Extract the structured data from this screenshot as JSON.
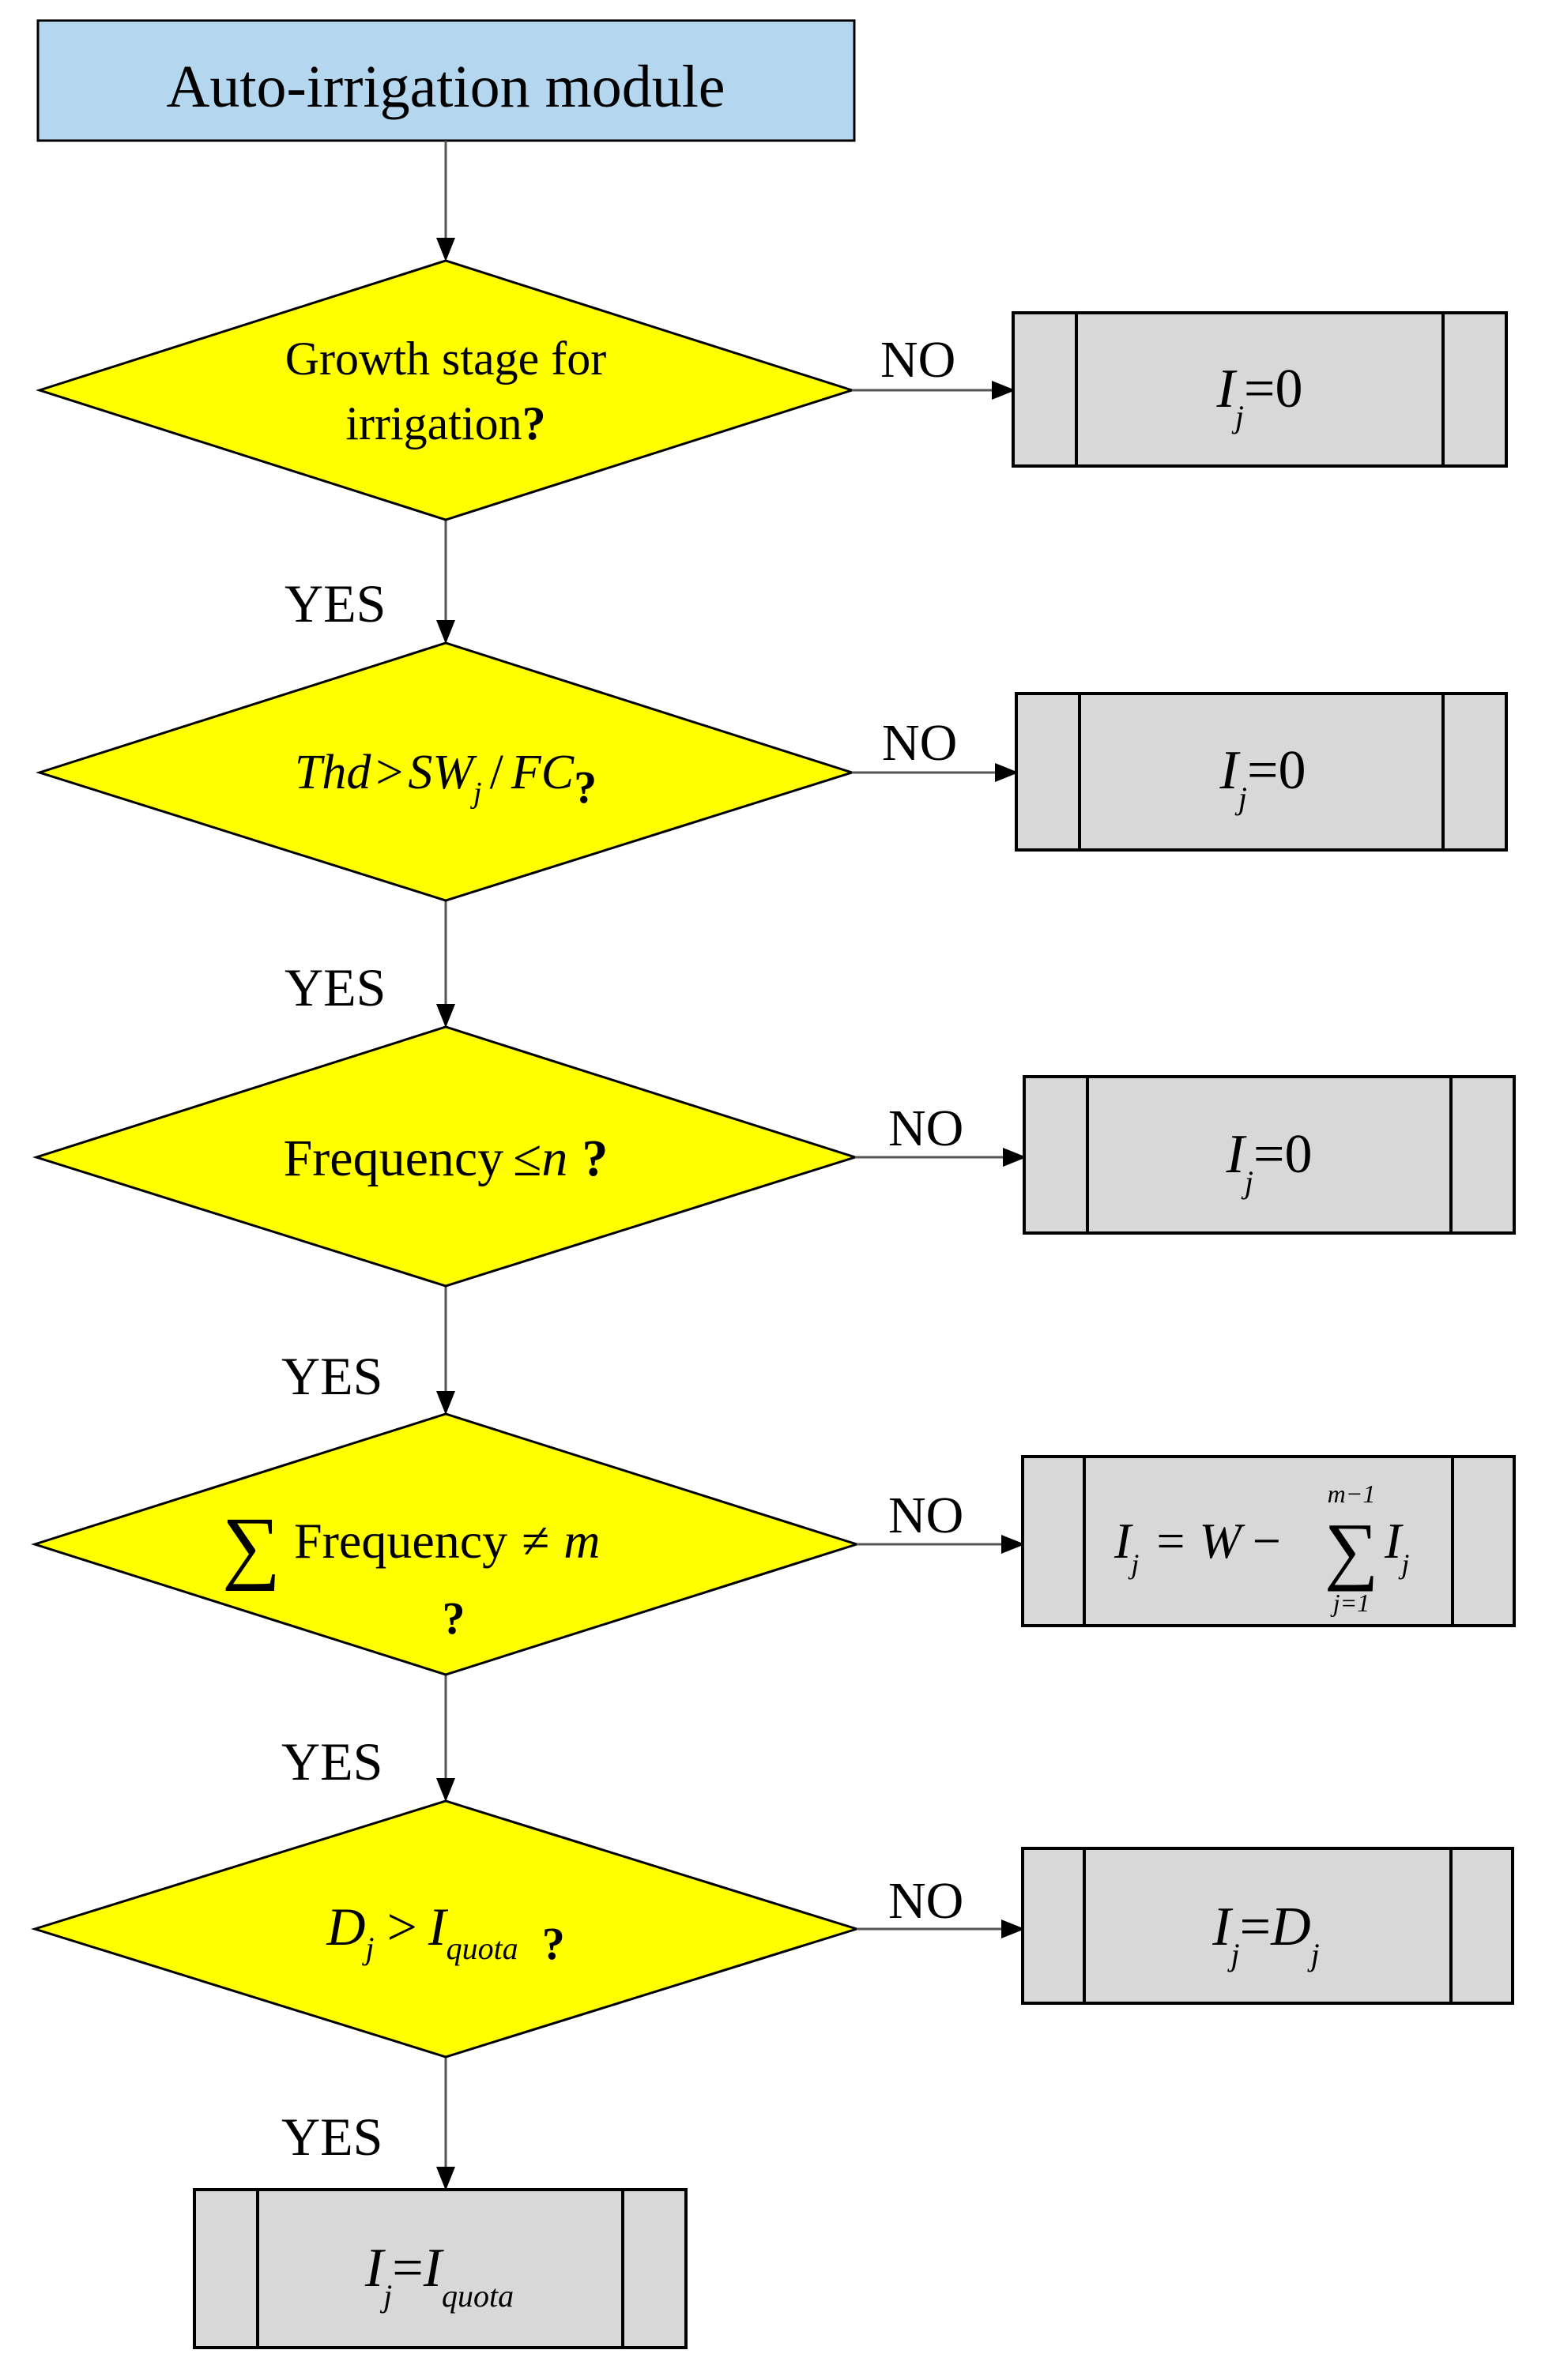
{
  "start": {
    "label": "Auto-irrigation module"
  },
  "branch_labels": {
    "yes": "YES",
    "no": "NO"
  },
  "decisions": [
    {
      "line1": "Growth stage for",
      "line2": "irrigation",
      "q": "?"
    },
    {
      "thd": "Thd",
      "gt": ">",
      "sw": "SW",
      "sub": "j",
      "slash": "/",
      "fc": "FC",
      "q": "?"
    },
    {
      "text": "Frequency",
      "le": "≤",
      "n": "n",
      "q": "?"
    },
    {
      "sigma": "∑",
      "text": "Frequency",
      "ne": "≠",
      "m": "m",
      "q": "?"
    },
    {
      "d": "D",
      "sub": "j",
      "gt": ">",
      "i": "I",
      "quota": "quota",
      "q": "?"
    }
  ],
  "outputs": [
    {
      "lhs": "I",
      "sub": "j",
      "eq": "=",
      "rhs": "0"
    },
    {
      "lhs": "I",
      "sub": "j",
      "eq": "=",
      "rhs": "0"
    },
    {
      "lhs": "I",
      "sub": "j",
      "eq": "=",
      "rhs": "0"
    },
    {
      "lhs": "I",
      "sub": "j",
      "eq": "=",
      "w": "W",
      "minus": "−",
      "sigma": "∑",
      "upper": "m−1",
      "lower": "j=1",
      "i2": "I",
      "sub2": "j"
    },
    {
      "lhs": "I",
      "sub": "j",
      "eq": "=",
      "rhs": "D",
      "rhs_sub": "j"
    }
  ],
  "final": {
    "lhs": "I",
    "sub": "j",
    "eq": "=",
    "rhs": "I",
    "rhs_sub": "quota"
  },
  "colors": {
    "start_fill": "#b4d7ef",
    "decision_fill": "#ffff00",
    "process_fill": "#d8d8d8",
    "stroke": "#000000",
    "connector": "#555555"
  }
}
